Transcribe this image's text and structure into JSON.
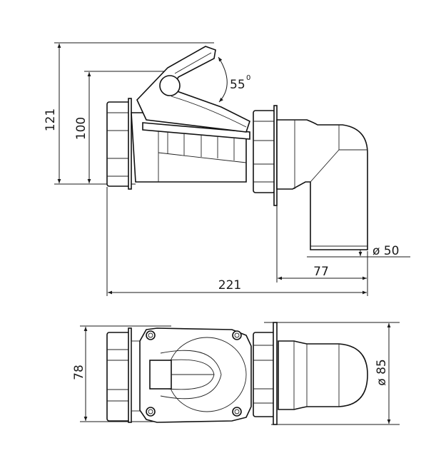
{
  "side_view": {
    "dim_total_height": "121",
    "dim_body_height": "100",
    "dim_lever_angle": "55",
    "dim_angle_unit": "0",
    "dim_pipe_diameter": "ø 50",
    "dim_pipe_offset": "77",
    "dim_total_length": "221"
  },
  "top_view": {
    "dim_width": "78",
    "dim_outlet_diameter": "ø 85"
  },
  "colors": {
    "line": "#1a1a1a",
    "background": "#ffffff"
  }
}
